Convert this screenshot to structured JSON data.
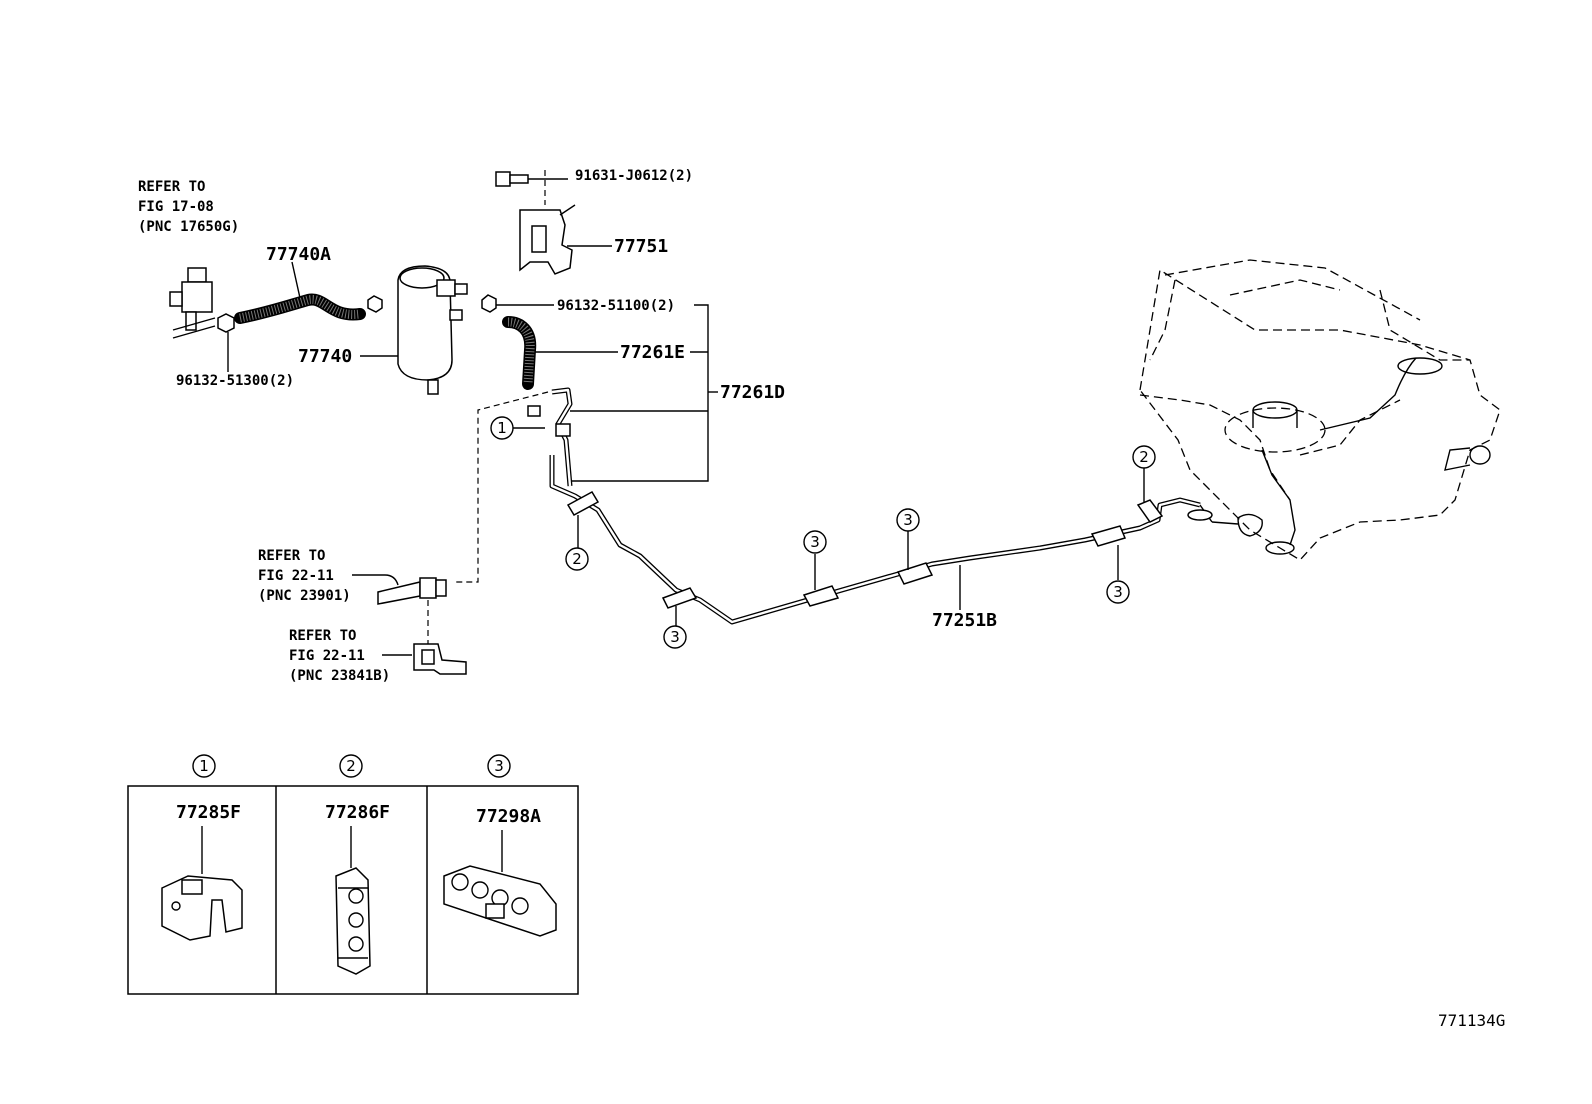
{
  "refs": {
    "fig17": [
      "REFER TO",
      "FIG 17-08",
      "(PNC 17650G)"
    ],
    "fig22_23901": [
      "REFER TO",
      "FIG 22-11",
      "(PNC 23901)"
    ],
    "fig22_23841b": [
      "REFER TO",
      "FIG 22-11",
      "(PNC 23841B)"
    ]
  },
  "parts": {
    "p91631": "91631-J0612(2)",
    "p77751": "77751",
    "p77740A": "77740A",
    "p96132_51100": "96132-51100(2)",
    "p77740": "77740",
    "p77261E": "77261E",
    "p77261D": "77261D",
    "p96132_51300": "96132-51300(2)",
    "p77251B": "77251B"
  },
  "callouts": {
    "c1": "1",
    "c2": "2",
    "c3": "3"
  },
  "legend": [
    {
      "num": "1",
      "part": "77285F"
    },
    {
      "num": "2",
      "part": "77286F"
    },
    {
      "num": "3",
      "part": "77298A"
    }
  ],
  "figure_id": "771134G"
}
